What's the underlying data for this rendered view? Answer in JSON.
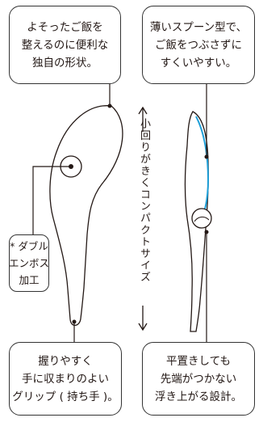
{
  "callouts": {
    "top_left": [
      "よそったご飯を",
      "整えるのに便利な",
      "独自の形状。"
    ],
    "top_right": [
      "薄いスプーン型で、",
      "ご飯をつぶさずに",
      "すくいやすい。"
    ],
    "middle_left": [
      "* ダブル",
      "エンボス",
      "加工"
    ],
    "bottom_left": [
      "握りやすく",
      "手に収まりのよい",
      "グリップ ( 持ち手 )。"
    ],
    "bottom_right": [
      "平置きしても",
      "先端がつかない",
      "浮き上がる設計。"
    ]
  },
  "dimension_label": "小回りがきくコンパクトサイズ",
  "colors": {
    "line": "#231815",
    "highlight": "#1e9fd8"
  }
}
